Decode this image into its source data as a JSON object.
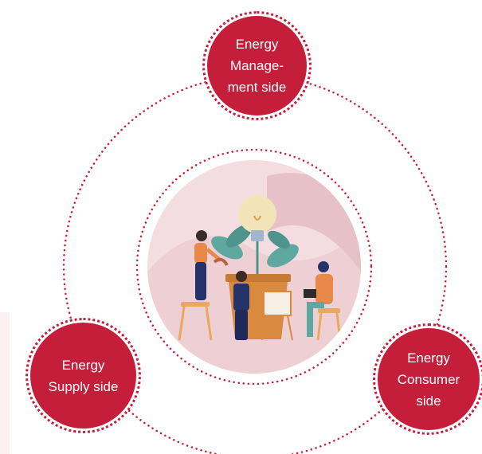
{
  "nodes": {
    "management": {
      "lines": [
        "Energy",
        "Manage-",
        "ment side"
      ]
    },
    "supply": {
      "lines": [
        "Energy",
        "Supply side"
      ]
    },
    "consumer": {
      "lines": [
        "Energy",
        "Consumer",
        "side"
      ]
    }
  },
  "colors": {
    "accent": "#c41e3a",
    "illustration_bg": "#f4dde0",
    "leaf": "#5fa8a0",
    "bulb": "#f3e3b8",
    "pot": "#d98a3f",
    "shirt_orange": "#e8894a",
    "navy": "#24346b"
  },
  "illustration": {
    "icon": "team-growing-idea-illustration"
  }
}
